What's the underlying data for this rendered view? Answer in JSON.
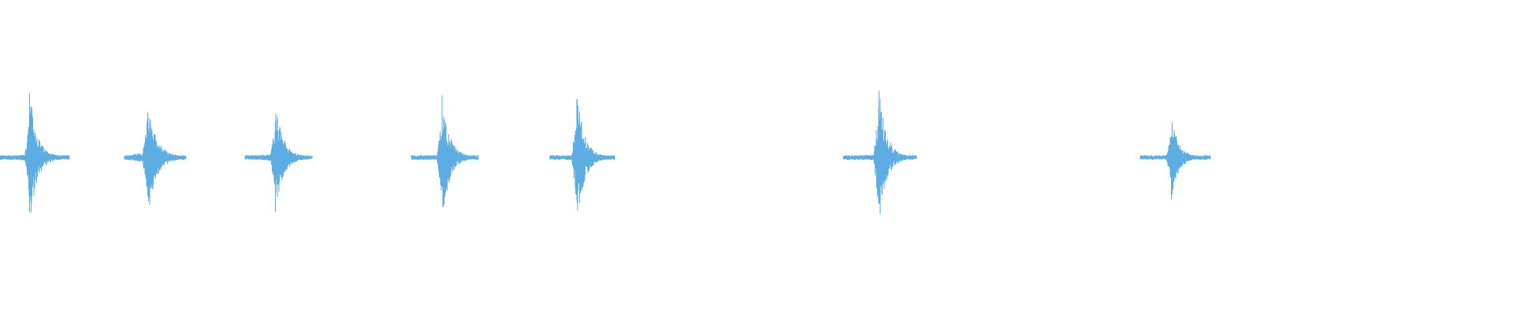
{
  "waveform": {
    "color": "#5dade2",
    "background": "#ffffff",
    "bursts": [
      {
        "time": 0.0195,
        "peak_up": 0.81,
        "peak_down": 0.84,
        "pre": 0.022,
        "post": 0.026,
        "noise": 0.05
      },
      {
        "time": 0.0975,
        "peak_up": 0.74,
        "peak_down": 0.78,
        "pre": 0.015,
        "post": 0.025,
        "noise": 0.09
      },
      {
        "time": 0.182,
        "peak_up": 0.68,
        "peak_down": 0.69,
        "pre": 0.02,
        "post": 0.024,
        "noise": 0.07
      },
      {
        "time": 0.292,
        "peak_up": 0.81,
        "peak_down": 0.85,
        "pre": 0.02,
        "post": 0.024,
        "noise": 0.04
      },
      {
        "time": 0.381,
        "peak_up": 0.9,
        "peak_down": 0.9,
        "pre": 0.017,
        "post": 0.025,
        "noise": 0.04
      },
      {
        "time": 0.5805,
        "peak_up": 0.95,
        "peak_down": 0.94,
        "pre": 0.023,
        "post": 0.025,
        "noise": 0.04
      },
      {
        "time": 0.774,
        "peak_up": 0.54,
        "peak_down": 0.55,
        "pre": 0.02,
        "post": 0.026,
        "noise": 0.03
      }
    ]
  }
}
